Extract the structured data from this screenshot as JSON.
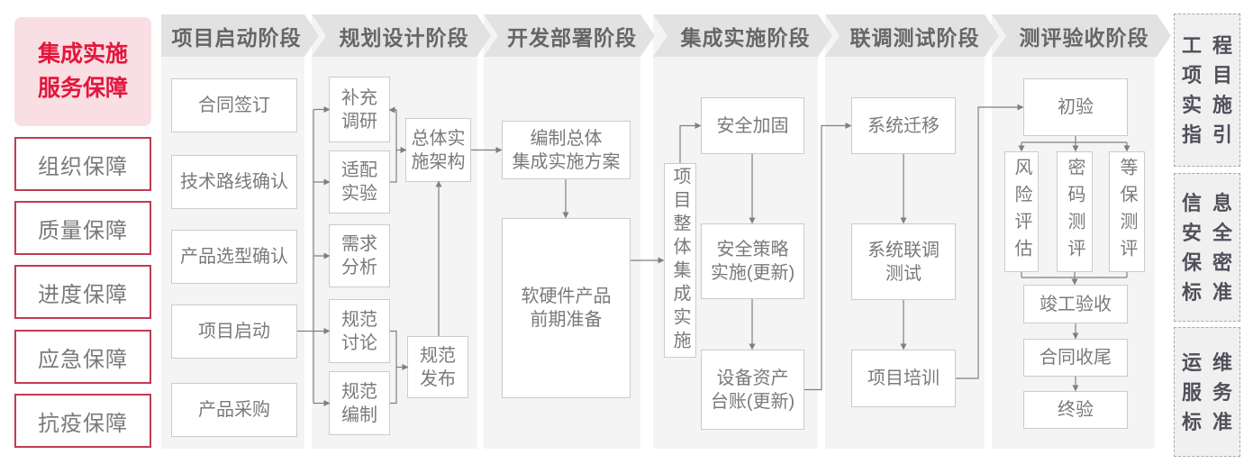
{
  "colors": {
    "accent_red": "#e2173d",
    "sidebar_border_red": "#c13b52",
    "sidebar_pink_bg": "#f9dee3",
    "panel_gray": "#f4f4f4",
    "phase_header_gray": "#e2e2e2",
    "box_border_gray": "#cbcbcb",
    "text_gray": "#7a7a7a",
    "arrow_gray": "#7f7f7f",
    "standard_box_bg": "#f0f0f0"
  },
  "sidebar": {
    "title": "集成实施\n服务保障",
    "items": [
      {
        "label": "组织保障"
      },
      {
        "label": "质量保障"
      },
      {
        "label": "进度保障"
      },
      {
        "label": "应急保障"
      },
      {
        "label": "抗疫保障"
      }
    ]
  },
  "stages": [
    {
      "name": "项目启动阶段",
      "boxes": [
        {
          "label": "合同签订"
        },
        {
          "label": "技术路线确认"
        },
        {
          "label": "产品选型确认"
        },
        {
          "label": "项目启动"
        },
        {
          "label": "产品采购"
        }
      ]
    },
    {
      "name": "规划设计阶段",
      "boxes": [
        {
          "label": "补充\n调研"
        },
        {
          "label": "适配\n实验"
        },
        {
          "label": "需求\n分析"
        },
        {
          "label": "规范\n讨论"
        },
        {
          "label": "规范\n编制"
        },
        {
          "label": "总体实\n施架构"
        },
        {
          "label": "规范\n发布"
        }
      ]
    },
    {
      "name": "开发部署阶段",
      "boxes": [
        {
          "label": "编制总体\n集成实施方案"
        },
        {
          "label": "软硬件产品\n前期准备"
        }
      ]
    },
    {
      "name": "集成实施阶段",
      "boxes": [
        {
          "label": "项目整体集成实施"
        },
        {
          "label": "安全加固"
        },
        {
          "label": "安全策略\n实施(更新)"
        },
        {
          "label": "设备资产\n台账(更新)"
        }
      ]
    },
    {
      "name": "联调测试阶段",
      "boxes": [
        {
          "label": "系统迁移"
        },
        {
          "label": "系统联调\n测试"
        },
        {
          "label": "项目培训"
        }
      ]
    },
    {
      "name": "测评验收阶段",
      "boxes": [
        {
          "label": "初验"
        },
        {
          "label": "风险评估"
        },
        {
          "label": "密码测评"
        },
        {
          "label": "等保测评"
        },
        {
          "label": "竣工验收"
        },
        {
          "label": "合同收尾"
        },
        {
          "label": "终验"
        }
      ]
    }
  ],
  "standards": [
    {
      "label": "工程\n项目\n实施\n指引"
    },
    {
      "label": "信息\n安全\n保密\n标准"
    },
    {
      "label": "运维\n服务\n标准"
    }
  ]
}
